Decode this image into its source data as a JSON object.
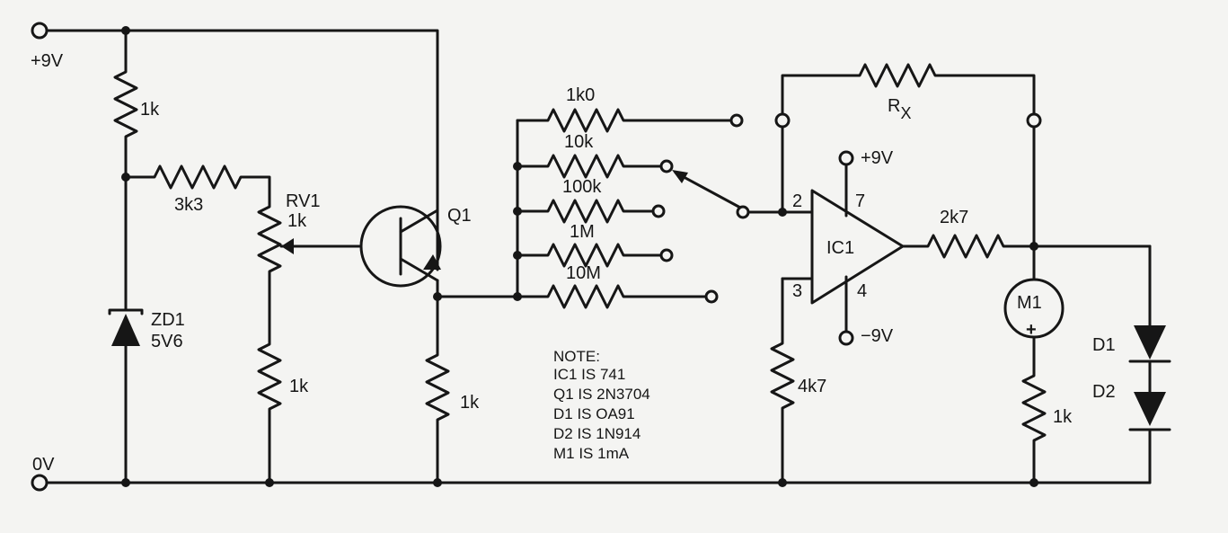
{
  "rails": {
    "positive": "+9V",
    "ground": "0V"
  },
  "components": {
    "r_top_left": "1k",
    "r_3k3": "3k3",
    "rv1_name": "RV1",
    "rv1_value": "1k",
    "r_bottom_rv1": "1k",
    "zd1_name": "ZD1",
    "zd1_value": "5V6",
    "q1": "Q1",
    "r_emitter": "1k",
    "range_1k0": "1k0",
    "range_10k": "10k",
    "range_100k": "100k",
    "range_1M": "1M",
    "range_10M": "10M",
    "rx_main": "R",
    "rx_sub": "X",
    "ic1": "IC1",
    "pin2": "2",
    "pin3": "3",
    "pin4": "4",
    "pin7": "7",
    "supply_pos": "+9V",
    "supply_neg": "−9V",
    "r_2k7": "2k7",
    "r_4k7": "4k7",
    "m1": "M1",
    "m1_plus": "+",
    "r_meter": "1k",
    "d1": "D1",
    "d2": "D2"
  },
  "notes": {
    "title": "NOTE:",
    "lines": [
      "IC1 IS 741",
      "Q1 IS 2N3704",
      "D1 IS OA91",
      "D2 IS 1N914",
      "M1 IS 1mA"
    ]
  }
}
